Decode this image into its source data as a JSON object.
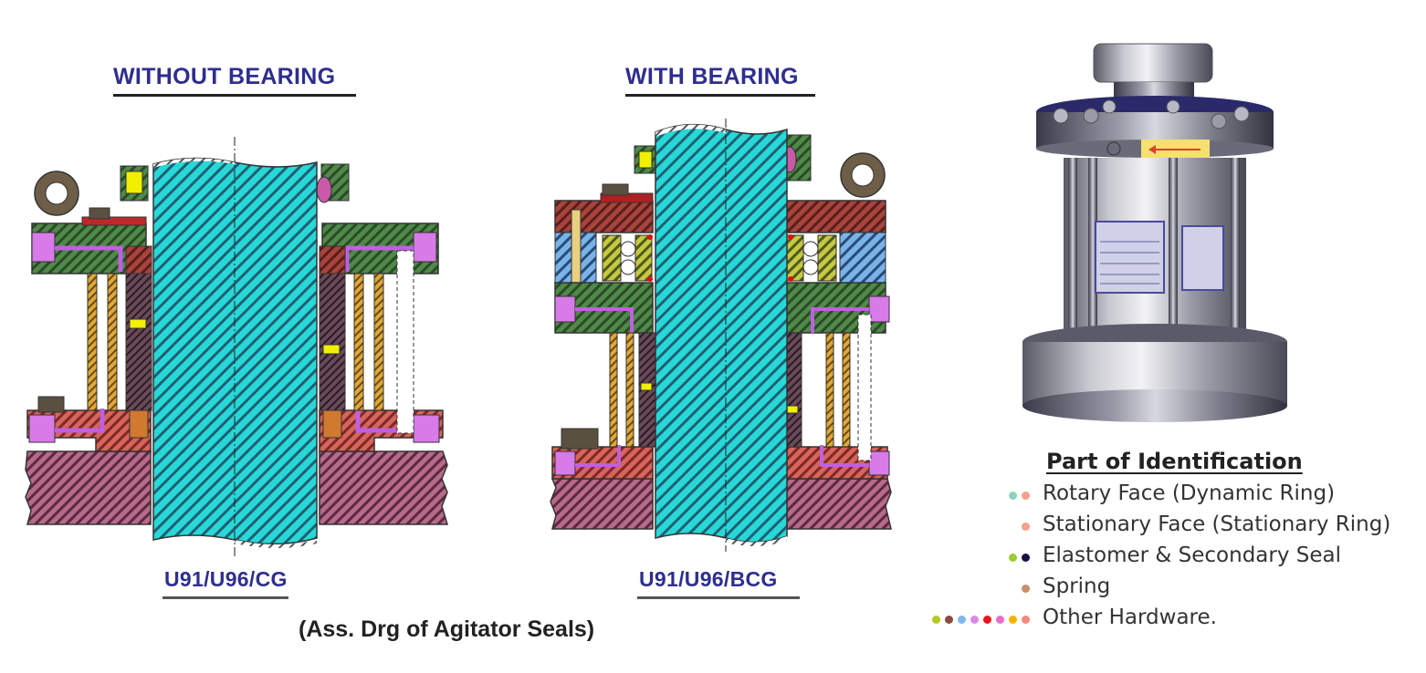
{
  "drawings": [
    {
      "heading": "WITHOUT BEARING",
      "model_code": "U91/U96/CG"
    },
    {
      "heading": "WITH BEARING",
      "model_code": "U91/U96/BCG"
    }
  ],
  "caption": "(Ass. Drg of Agitator Seals)",
  "legend": {
    "title": "Part of Identification",
    "items": [
      {
        "label": "Rotary Face (Dynamic Ring)",
        "colors": [
          "#8fd3b8",
          "#f4a08a"
        ]
      },
      {
        "label": "Stationary Face (Stationary Ring)",
        "colors": [
          "#f4a08a"
        ]
      },
      {
        "label": "Elastomer & Secondary Seal",
        "colors": [
          "#9acd32",
          "#1a1040"
        ]
      },
      {
        "label": "Spring",
        "colors": [
          "#c98f6a"
        ]
      },
      {
        "label": "Other Hardware.",
        "colors": [
          "#b5c81e",
          "#8b4a3c",
          "#7fb7e8",
          "#d88ae8",
          "#e8141e",
          "#e870c8",
          "#f0b400",
          "#f48a7a"
        ]
      }
    ]
  },
  "colors": {
    "heading_text": "#2e2e8f",
    "shaft": "#26d6d6",
    "gland_green": "#3f7a3a",
    "housing_red": "#c8504a",
    "base_mauve": "#a85878",
    "bolt_violet": "#d86ee0",
    "spring_orange": "#d9a030",
    "bearing_blue": "#6aa8e0",
    "bearing_yellow": "#c8c83a",
    "lug_brown": "#6e5e48"
  }
}
